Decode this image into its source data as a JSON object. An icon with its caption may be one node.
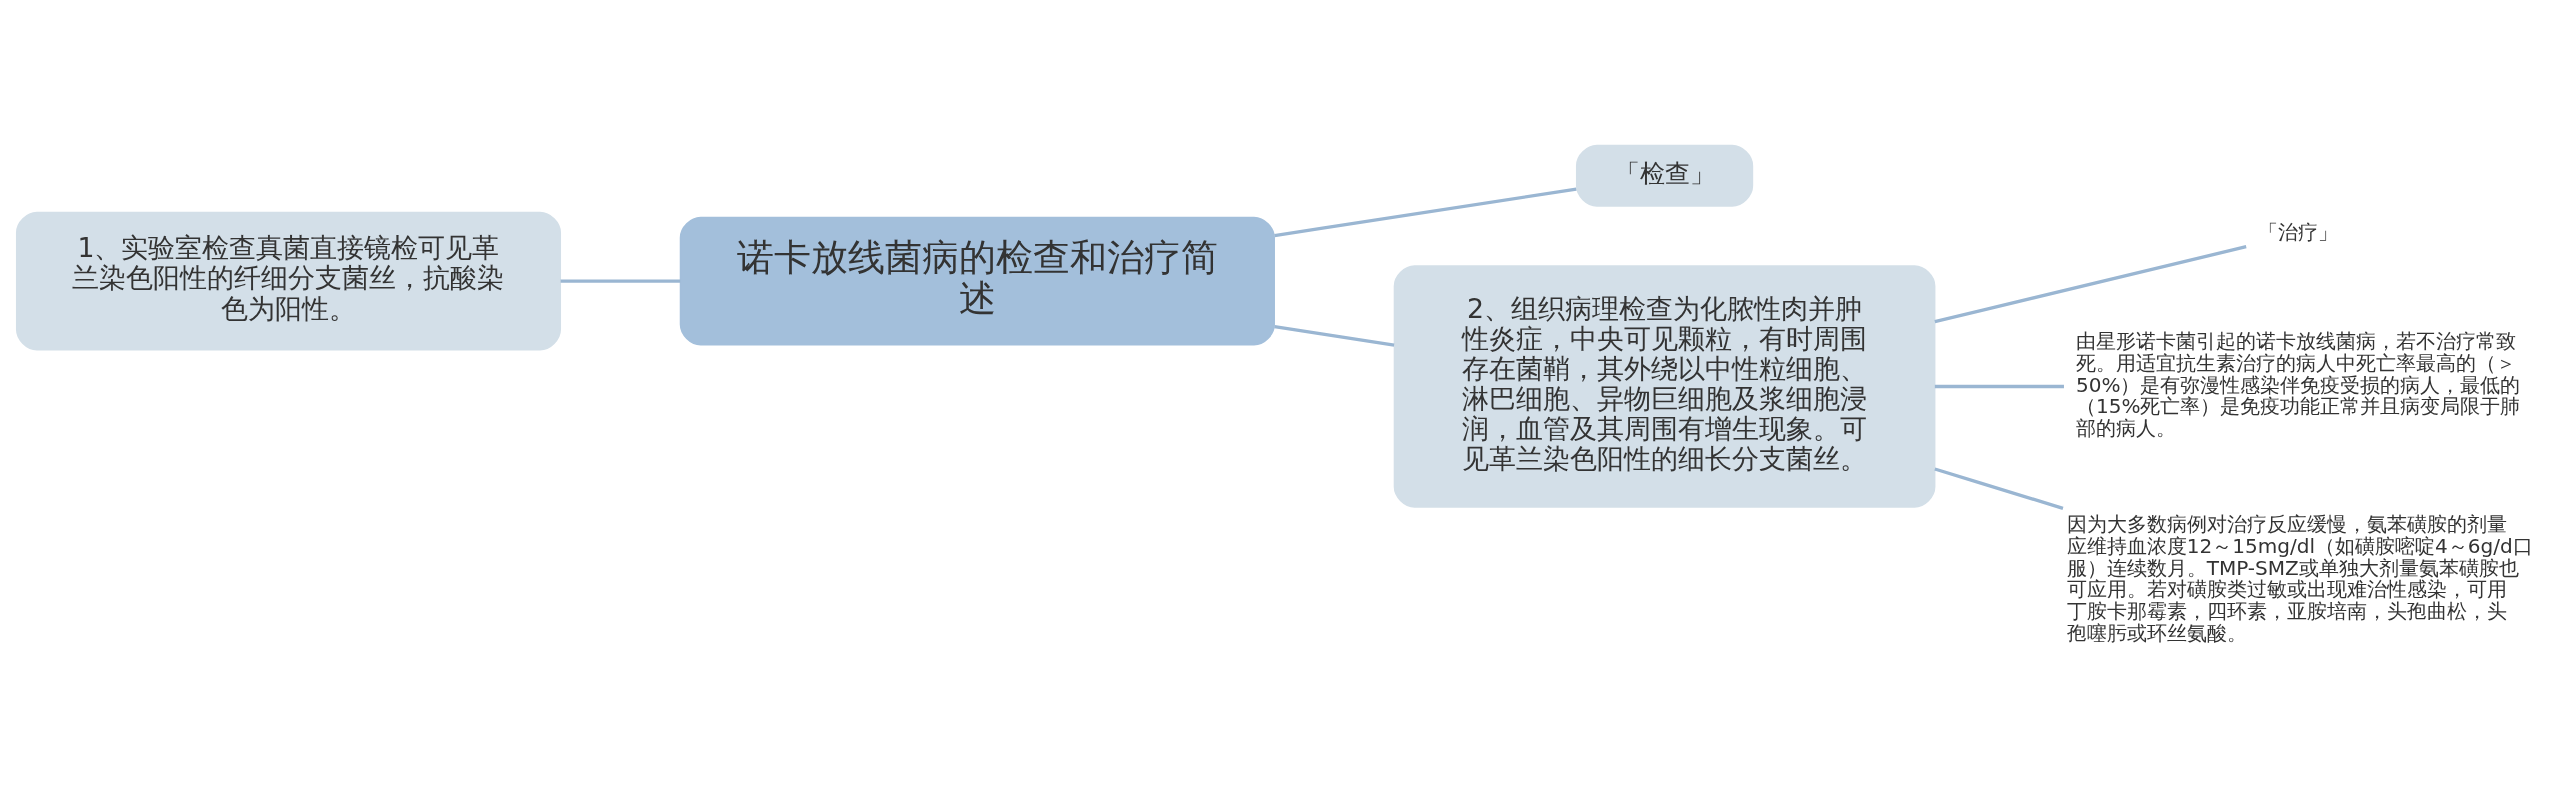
{
  "diagram": {
    "nodes": [
      {
        "text": [
          "诺卡放线菌病的检查和治疗简述"
        ]
      },
      {
        "text": [
          "「检查」"
        ]
      },
      {
        "text": [
          "1、实验室检查真菌直接镜检可见革兰染色阳性的纤细分支菌丝，抗酸染色为阳性。"
        ]
      },
      {
        "text": [
          "2、组织病理检查为化脓性肉并肿性炎症，中央可见颗粒，有时周围存在菌鞘，其外绕以中性粒细胞、淋巴细胞、异物巨细胞及浆细胞浸润，血管及其周围有增生现象。可见革兰染色阳性的细长分支菌丝。"
        ]
      },
      {
        "text": [
          "「治疗」"
        ]
      },
      {
        "text": [
          "由星形诺卡菌引起的诺卡放线菌病，若不治疗常致死。用适宜抗生素治疗的病人中死亡率最高的（＞50%）是有弥漫性感染伴免疫受损的病人，最低的（15%死亡率）是免疫功能正常并且病变局限于肺部的病人。"
        ]
      },
      {
        "text": [
          "因为大多数病例对治疗反应缓慢，氨苯磺胺的剂量应维持血浓度12～15mg/dl（如磺胺嘧啶4～6g/d口服）连续数月。TMP-SMZ或单独大剂量氨苯磺胺也可应用。若对磺胺类过敏或出现难治性感染，可用丁胺卡那霉素，四环素，亚胺培南，头孢曲松，头孢噻肟或环丝氨酸。"
        ]
      }
    ],
    "edges": [
      {
        "from": 0,
        "to": 1,
        "arrow": "none"
      },
      {
        "from": 0,
        "to": 2,
        "arrow": "none"
      },
      {
        "from": 0,
        "to": 3,
        "arrow": "none"
      },
      {
        "from": 3,
        "to": 4,
        "arrow": "none"
      },
      {
        "from": 3,
        "to": 5,
        "arrow": "none"
      },
      {
        "from": 3,
        "to": 6,
        "arrow": "none"
      }
    ]
  }
}
